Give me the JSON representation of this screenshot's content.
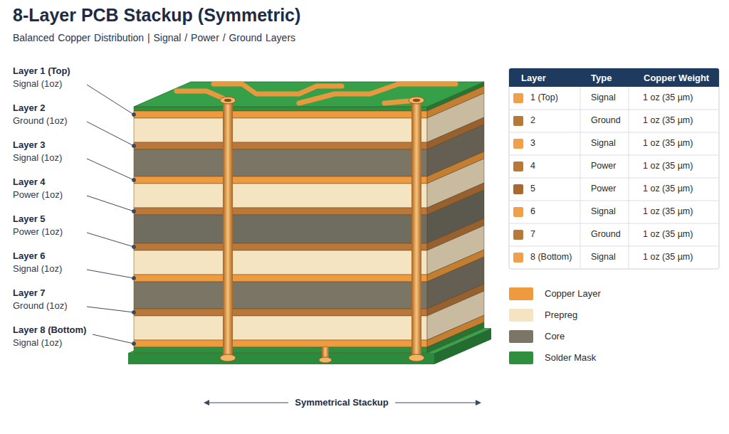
{
  "diagram": {
    "title": "8-Layer PCB Stackup (Symmetric)",
    "caption": "Symmetrical Stackup",
    "labels": [
      "Balanced Copper Distribution | Signal / Power / Ground Layers",
      "Layer 1 (Top)",
      "Signal (1oz)",
      "Layer 2",
      "Ground (1oz)",
      "Layer 3",
      "Signal (1oz)",
      "Layer 4",
      "Power (1oz)",
      "Layer 5",
      "Power (1oz)",
      "Layer 6",
      "Signal (1oz)",
      "Layer 7",
      "Ground (1oz)",
      "Layer 8 (Bottom)",
      "Signal (1oz)",
      "Layer",
      "Type",
      "Copper Weight",
      "1 (Top)",
      "Signal",
      "1 oz (35 µm)",
      "2",
      "Ground",
      "1 oz (35 µm)",
      "3",
      "Signal",
      "1 oz (35 µm)",
      "4",
      "Power",
      "1 oz (35 µm)",
      "5",
      "Power",
      "1 oz (35 µm)",
      "6",
      "Signal",
      "1 oz (35 µm)",
      "7",
      "Ground",
      "1 oz (35 µm)",
      "8 (Bottom)",
      "Signal",
      "1 oz (35 µm)"
    ],
    "legend": [
      {
        "text": "Copper Layer",
        "color": "#ee9a3e"
      },
      {
        "text": "Prepreg",
        "color": "#f5e4c2"
      },
      {
        "text": "Core",
        "color": "#7a7565"
      },
      {
        "text": "Solder Mask",
        "color": "#2f8f3f"
      }
    ]
  }
}
